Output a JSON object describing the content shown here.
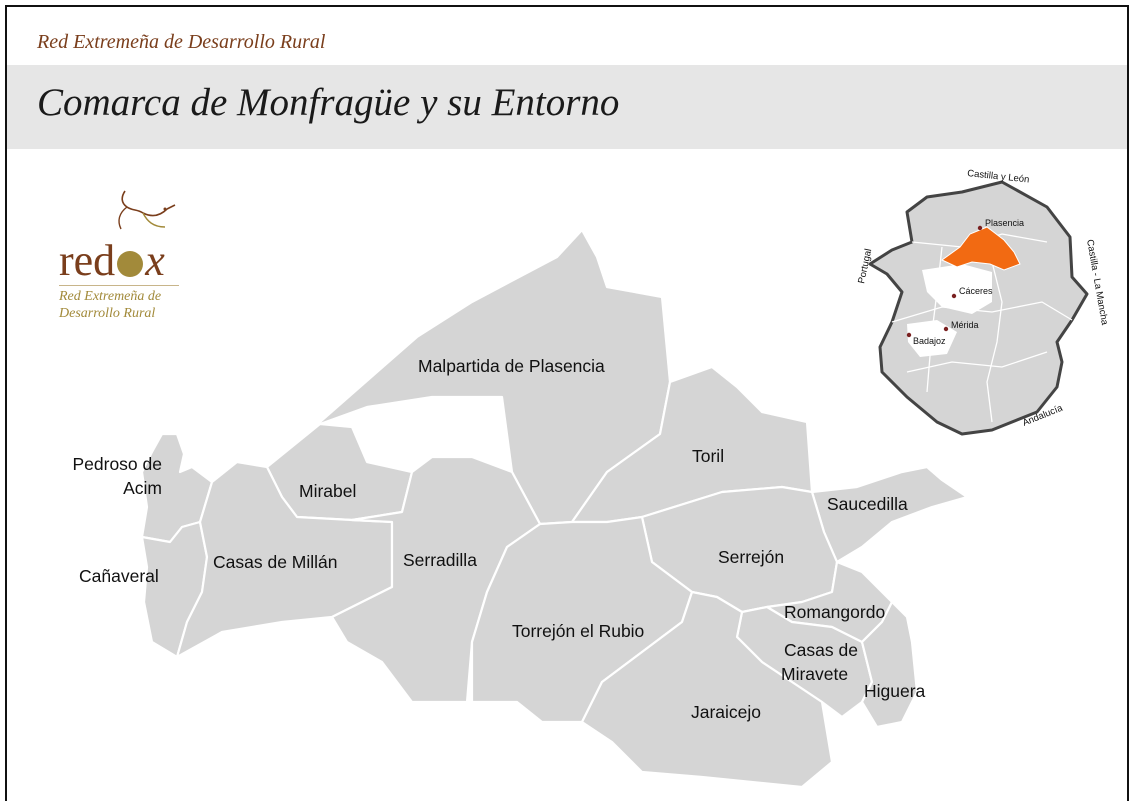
{
  "header": {
    "subtitle": "Red Extremeña de Desarrollo Rural",
    "title": "Comarca de Monfragüe y su Entorno"
  },
  "logo": {
    "wordmark_left": "red",
    "wordmark_right": "x",
    "caption_line1": "Red Extremeña de",
    "caption_line2": "Desarrollo  Rural"
  },
  "colors": {
    "municipality_fill": "#d5d5d5",
    "highlight": "#f26a12",
    "brand_brown": "#7a3e1c",
    "brand_gold": "#a28a3a"
  },
  "municipalities": {
    "malpartida": "Malpartida de Plasencia",
    "pedroso_line1": "Pedroso de",
    "pedroso_line2": "Acim",
    "mirabel": "Mirabel",
    "toril": "Toril",
    "saucedilla": "Saucedilla",
    "casas_millan": "Casas de Millán",
    "serradilla": "Serradilla",
    "canaveral": "Cañaveral",
    "serrejon": "Serrejón",
    "romangordo": "Romangordo",
    "torrejon": "Torrejón el Rubio",
    "casas_miravete_line1": "Casas de",
    "casas_miravete_line2": "Miravete",
    "higuera": "Higuera",
    "jaraicejo": "Jaraicejo"
  },
  "inset": {
    "neighbors": {
      "north": "Castilla y León",
      "west": "Portugal",
      "east": "Castilla - La Mancha",
      "south": "Andalucía"
    },
    "cities": {
      "plasencia": "Plasencia",
      "caceres": "Cáceres",
      "merida": "Mérida",
      "badajoz": "Badajoz"
    }
  }
}
